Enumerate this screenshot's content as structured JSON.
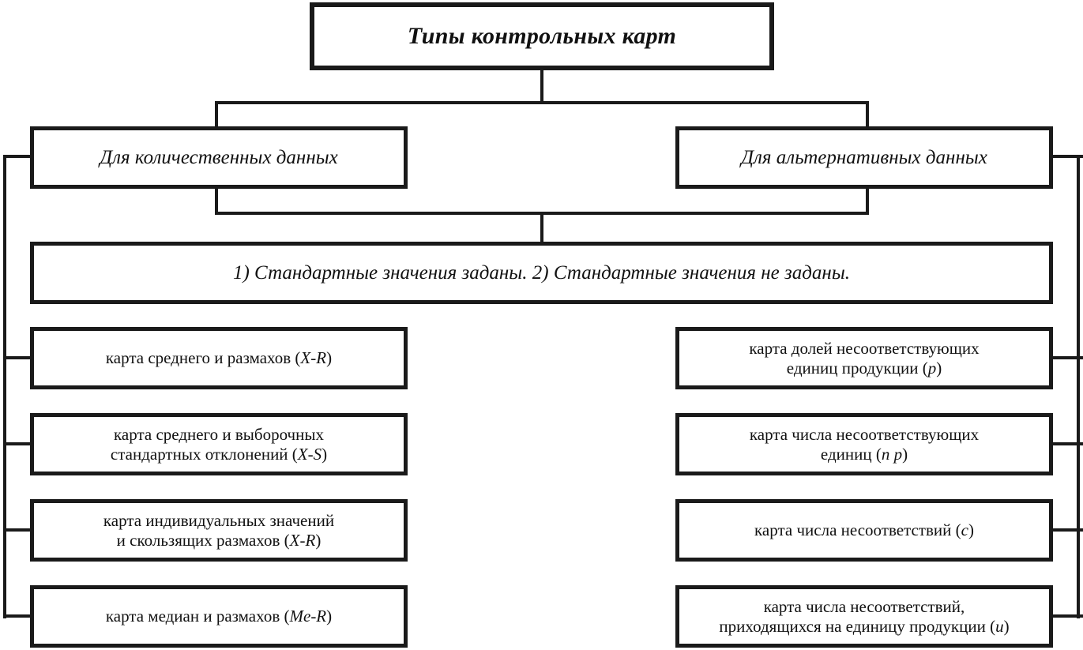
{
  "diagram": {
    "title": "Типы контрольных карт",
    "level2": {
      "left": "Для количественных данных",
      "right": "Для альтернативных данных"
    },
    "note": "1) Стандартные значения заданы. 2) Стандартные значения не заданы.",
    "left_column": [
      {
        "line1": "карта среднего и размахов (",
        "symbol": "X-R",
        "line1_tail": ")",
        "line2": ""
      },
      {
        "line1": "карта среднего и выборочных",
        "line2": "стандартных отклонений (",
        "symbol": "X-S",
        "line2_tail": ")"
      },
      {
        "line1": "карта индивидуальных значений",
        "line2": "и скользящих размахов (",
        "symbol": "X-R",
        "line2_tail": ")"
      },
      {
        "line1": "карта медиан и размахов (",
        "symbol": "Me-R",
        "line1_tail": ")",
        "line2": ""
      }
    ],
    "right_column": [
      {
        "line1": "карта долей несоответствующих",
        "line2": "единиц продукции (",
        "symbol": "p",
        "line2_tail": ")"
      },
      {
        "line1": "карта числа несоответствующих",
        "line2": "единиц (",
        "symbol": "n p",
        "line2_tail": ")"
      },
      {
        "line1": "карта числа несоответствий (",
        "symbol": "c",
        "line1_tail": ")",
        "line2": ""
      },
      {
        "line1": "карта числа несоответствий,",
        "line2": "приходящихся на единицу продукции (",
        "symbol": "u",
        "line2_tail": ")"
      }
    ],
    "colors": {
      "stroke": "#1a1a1a",
      "background": "#ffffff",
      "text": "#111111"
    }
  }
}
